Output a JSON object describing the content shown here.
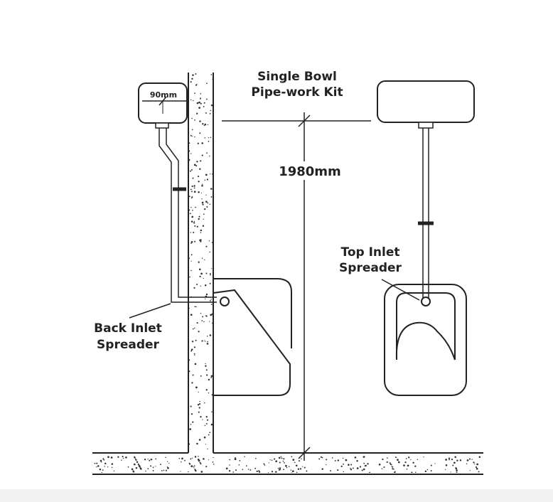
{
  "labels": {
    "title_line1": "Single Bowl",
    "title_line2": "Pipe-work Kit",
    "height": "1980mm",
    "offset": "90mm",
    "top_inlet_line1": "Top Inlet",
    "top_inlet_line2": "Spreader",
    "back_inlet_line1": "Back Inlet",
    "back_inlet_line2": "Spreader"
  },
  "colors": {
    "line": "#222222",
    "background": "#ffffff"
  }
}
